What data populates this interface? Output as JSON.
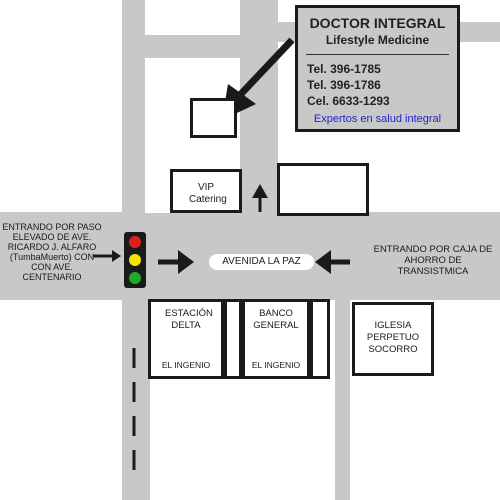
{
  "business": {
    "name": "DOCTOR INTEGRAL",
    "subtitle": "Lifestyle Medicine",
    "phones": [
      "Tel. 396-1785",
      "Tel. 396-1786",
      "Cel. 6633-1293"
    ],
    "tagline": "Expertos en salud integral",
    "tagline_color": "#1f1fcc"
  },
  "streets": {
    "main": "AVENIDA LA PAZ"
  },
  "directions": {
    "west": "ENTRANDO POR PASO ELEVADO DE AVE. RICARDO J. ALFARO (TumbaMuerto) CON CON AVE. CENTENARIO",
    "east": "ENTRANDO POR CAJA DE AHORRO DE TRANSISTMICA"
  },
  "landmarks": {
    "vip_catering": "VIP Catering",
    "estacion_delta": "ESTACIÓN DELTA",
    "estacion_delta_sub": "EL INGENIO",
    "banco_general": "BANCO GENERAL",
    "banco_general_sub": "EL INGENIO",
    "iglesia": "IGLESIA PERPETUO SOCORRO"
  },
  "traffic_light": {
    "colors": [
      "#e02020",
      "#f2e600",
      "#1faa2a"
    ]
  },
  "colors": {
    "road": "#c8c8c8",
    "block": "#ffffff",
    "outline": "#1a1a1a"
  }
}
